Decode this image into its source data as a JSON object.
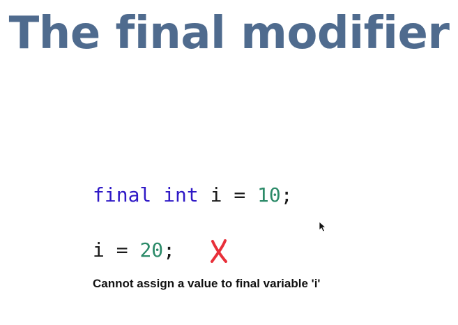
{
  "slide": {
    "title": "The final modifier",
    "code": {
      "line1": {
        "keyword1": "final",
        "keyword2": "int",
        "variable": "i",
        "operator": "=",
        "number": "10",
        "terminator": ";"
      },
      "line2": {
        "variable": "i",
        "operator": "=",
        "number": "20",
        "terminator": ";"
      }
    },
    "error_message": "Cannot assign a value to final variable 'i'",
    "icons": {
      "error_mark": "red-x-mark-icon",
      "cursor": "mouse-pointer-icon"
    },
    "colors": {
      "title": "#4f6b8e",
      "keyword": "#2f19c6",
      "number": "#2b8a68",
      "error_mark": "#e8303a"
    }
  }
}
